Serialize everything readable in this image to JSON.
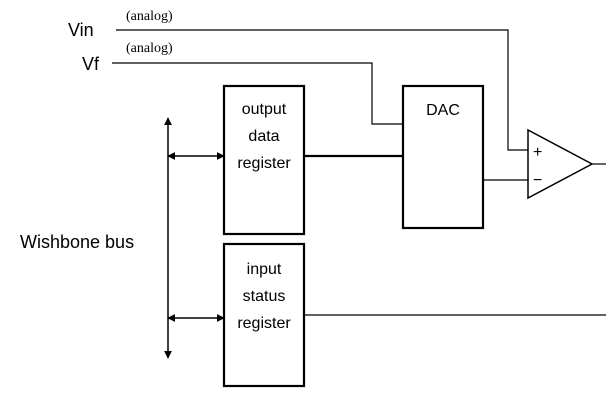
{
  "signals": {
    "vin": "Vin",
    "vf": "Vf",
    "vin_note": "(analog)",
    "vf_note": "(analog)"
  },
  "bus": {
    "label": "Wishbone bus"
  },
  "blocks": {
    "output_register": [
      "output",
      "data",
      "register"
    ],
    "dac": "DAC",
    "input_register": [
      "input",
      "status",
      "register"
    ]
  },
  "comparator": {
    "plus": "+",
    "minus": "−"
  }
}
